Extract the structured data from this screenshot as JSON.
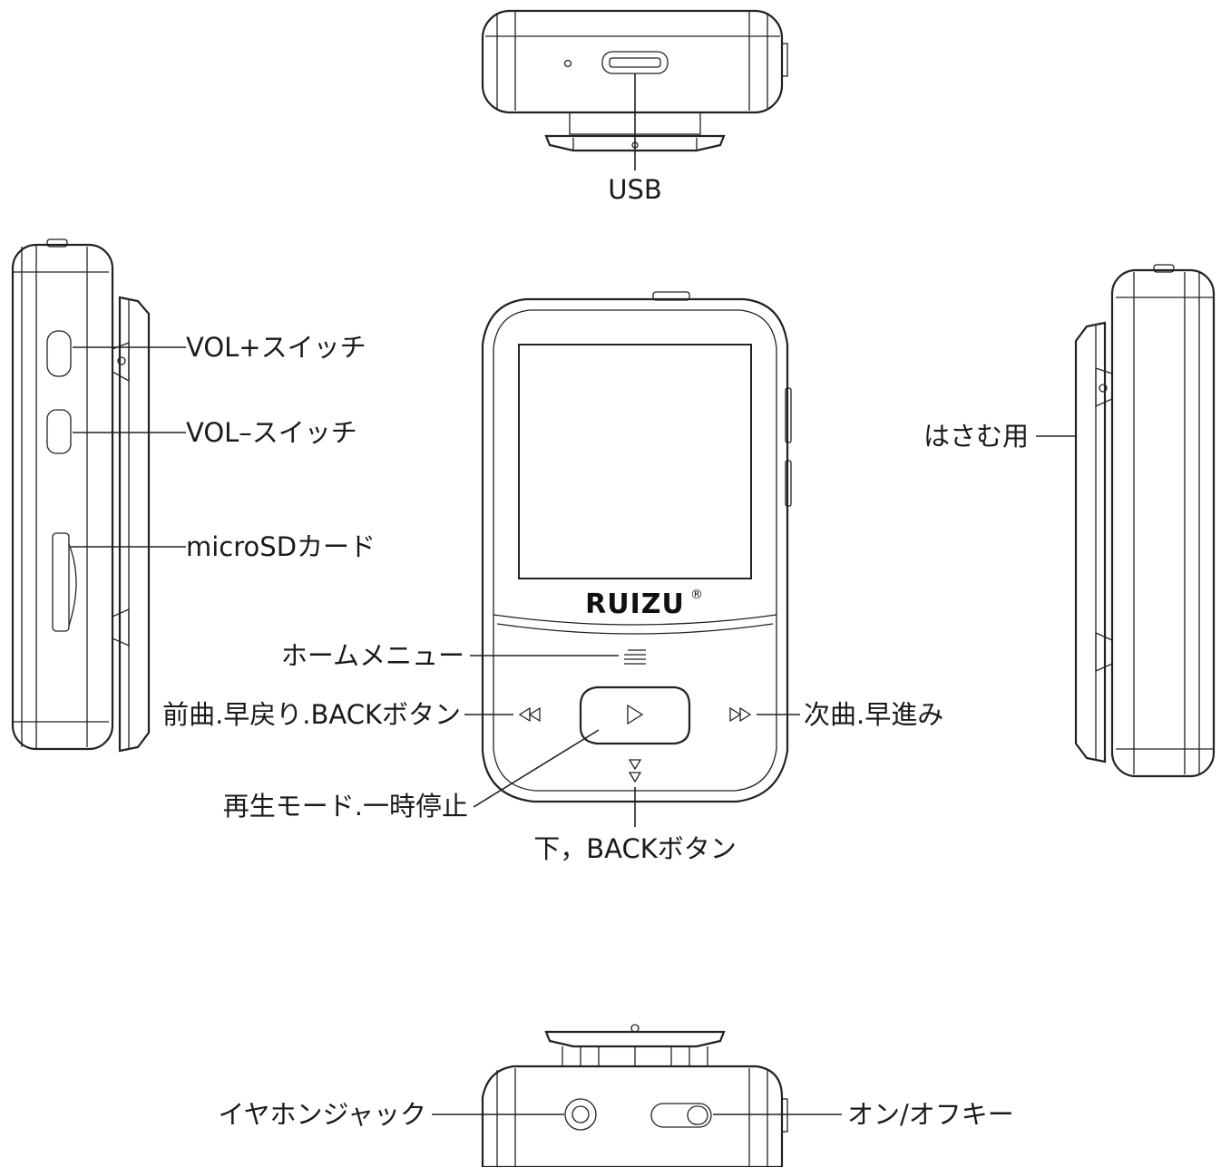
{
  "brand": "RUIZU",
  "brand_mark": "®",
  "labels": {
    "usb": "USB",
    "vol_plus": "VOL+スイッチ",
    "vol_minus": "VOL–スイッチ",
    "microsd": "microSDカード",
    "home_menu": "ホームメニュー",
    "prev_back": "前曲.早戻り.BACKボタン",
    "play_pause": "再生モード.一時停止",
    "down_back": "下，BACKボタン",
    "next_ff": "次曲.早進み",
    "clip": "はさむ用",
    "earphone_jack": "イヤホンジャック",
    "power_key": "オン/オフキー"
  },
  "icons": {
    "menu": "menu-icon",
    "prev": "rewind-icon",
    "play": "play-icon",
    "next": "fast-forward-icon",
    "down": "down-icon"
  }
}
